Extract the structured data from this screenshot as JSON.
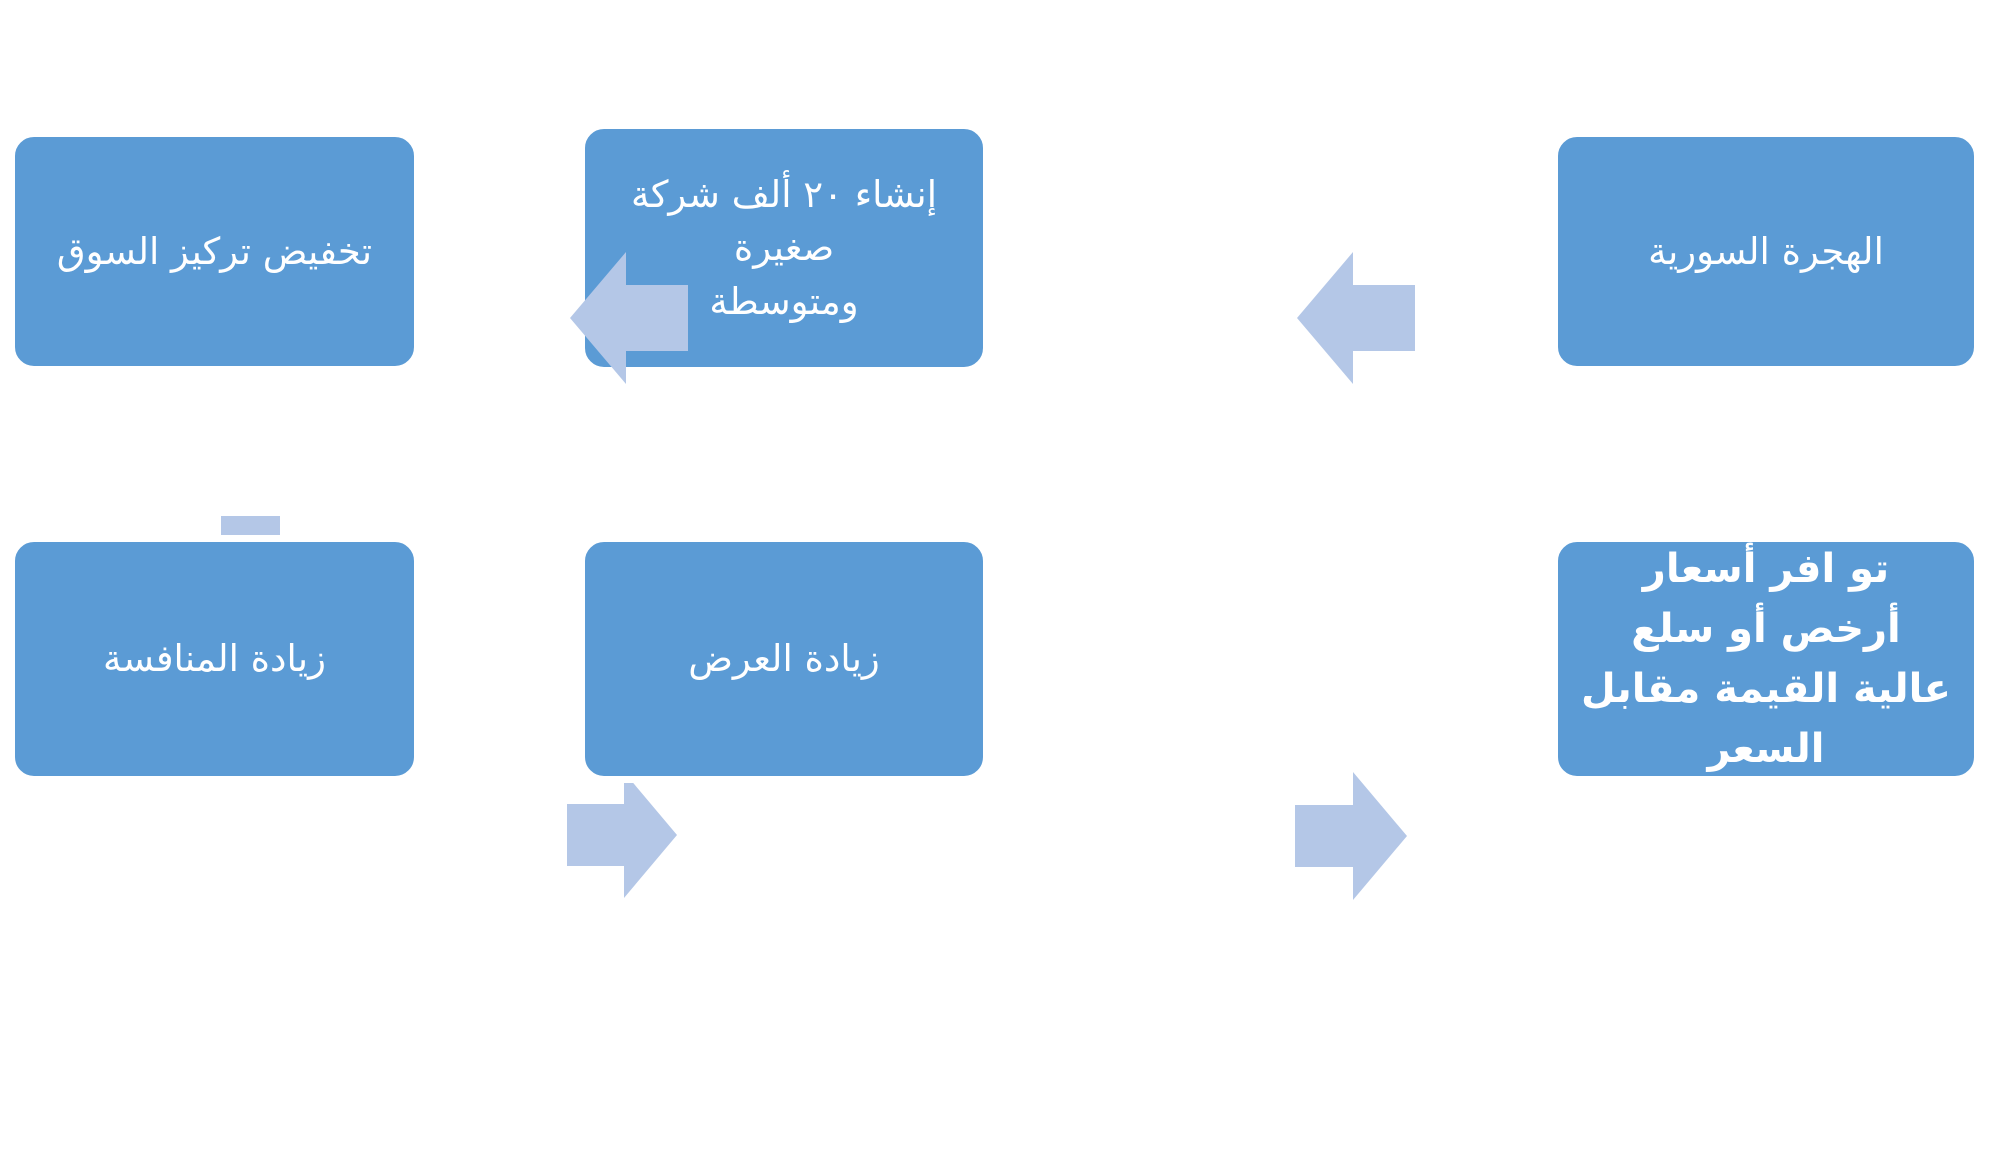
{
  "diagram": {
    "type": "flowchart",
    "title": "",
    "direction": "rtl",
    "colors": {
      "node_fill": "#5B9BD5",
      "node_border": "#FFFFFF",
      "node_text": "#FFFFFF",
      "arrow_fill": "#B4C7E7",
      "background": "#FFFFFF"
    },
    "nodes": [
      {
        "id": "syrian-migration",
        "label": "الهجرة السورية",
        "row": "top",
        "position": "right"
      },
      {
        "id": "create-20k-smes",
        "label": "إنشاء ٢٠ ألف شركة صغيرة\nومتوسطة",
        "row": "top",
        "position": "center"
      },
      {
        "id": "reduce-market-concentration",
        "label": "تخفيض تركيز السوق",
        "row": "top",
        "position": "left"
      },
      {
        "id": "increase-competition",
        "label": "زيادة المنافسة",
        "row": "bottom",
        "position": "left"
      },
      {
        "id": "increase-supply",
        "label": "زيادة العرض",
        "row": "bottom",
        "position": "center"
      },
      {
        "id": "cheaper-prices-higher-value",
        "label": "تو افر أسعار أرخص أو سلع\nعالية القيمة مقابل السعر",
        "row": "bottom",
        "position": "right"
      }
    ],
    "arrows": [
      {
        "id": "arrow-migration-to-smes",
        "direction": "left",
        "from": "syrian-migration",
        "to": "create-20k-smes"
      },
      {
        "id": "arrow-smes-to-concentration",
        "direction": "left",
        "from": "create-20k-smes",
        "to": "reduce-market-concentration"
      },
      {
        "id": "arrow-concentration-to-competition",
        "direction": "down",
        "from": "reduce-market-concentration",
        "to": "increase-competition"
      },
      {
        "id": "arrow-competition-to-supply",
        "direction": "right",
        "from": "increase-competition",
        "to": "increase-supply"
      },
      {
        "id": "arrow-supply-to-prices",
        "direction": "right",
        "from": "increase-supply",
        "to": "cheaper-prices-higher-value"
      }
    ]
  }
}
